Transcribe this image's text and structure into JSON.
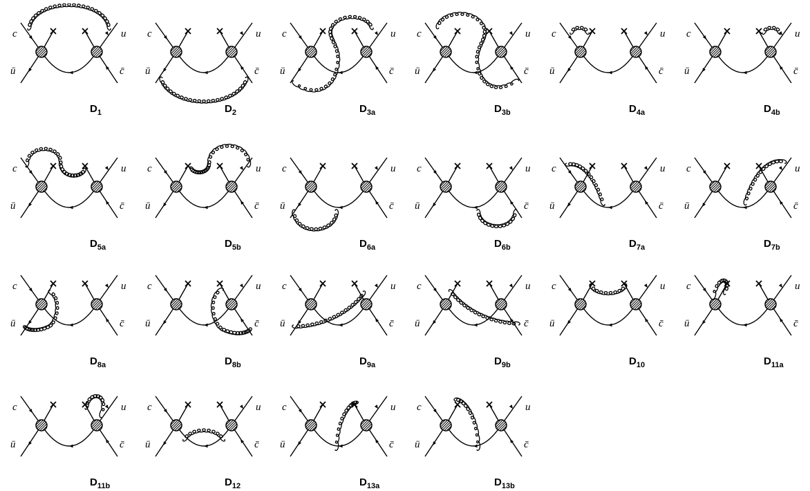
{
  "diagram": {
    "line_color": "#000000",
    "background": "#ffffff",
    "labels": {
      "top_left": "c",
      "top_right": "u",
      "bottom_left": "ū",
      "bottom_right": "c̄"
    },
    "caption_prefix": "D",
    "panels": [
      {
        "id": "D1",
        "sub": "1",
        "gluon": "top-arc"
      },
      {
        "id": "D2",
        "sub": "2",
        "gluon": "bottom-arc"
      },
      {
        "id": "D3a",
        "sub": "3a",
        "gluon": "s-left"
      },
      {
        "id": "D3b",
        "sub": "3b",
        "gluon": "s-right"
      },
      {
        "id": "D4a",
        "sub": "4a",
        "gluon": "small-top-left"
      },
      {
        "id": "D4b",
        "sub": "4b",
        "gluon": "small-top-right"
      },
      {
        "id": "D5a",
        "sub": "5a",
        "gluon": "top-left-wave"
      },
      {
        "id": "D5b",
        "sub": "5b",
        "gluon": "top-right-wave"
      },
      {
        "id": "D6a",
        "sub": "6a",
        "gluon": "bottom-left-arc"
      },
      {
        "id": "D6b",
        "sub": "6b",
        "gluon": "bottom-right-arc"
      },
      {
        "id": "D7a",
        "sub": "7a",
        "gluon": "diag-left"
      },
      {
        "id": "D7b",
        "sub": "7b",
        "gluon": "diag-right"
      },
      {
        "id": "D8a",
        "sub": "8a",
        "gluon": "loop-left"
      },
      {
        "id": "D8b",
        "sub": "8b",
        "gluon": "loop-right"
      },
      {
        "id": "D9a",
        "sub": "9a",
        "gluon": "cross-up"
      },
      {
        "id": "D9b",
        "sub": "9b",
        "gluon": "cross-down"
      },
      {
        "id": "D10",
        "sub": "10",
        "gluon": "between-crosses"
      },
      {
        "id": "D11a",
        "sub": "11a",
        "gluon": "self-left"
      },
      {
        "id": "D11b",
        "sub": "11b",
        "gluon": "self-right"
      },
      {
        "id": "D12",
        "sub": "12",
        "gluon": "inner-arc"
      },
      {
        "id": "D13a",
        "sub": "13a",
        "gluon": "inner-diag-right"
      },
      {
        "id": "D13b",
        "sub": "13b",
        "gluon": "inner-diag-left"
      }
    ]
  }
}
